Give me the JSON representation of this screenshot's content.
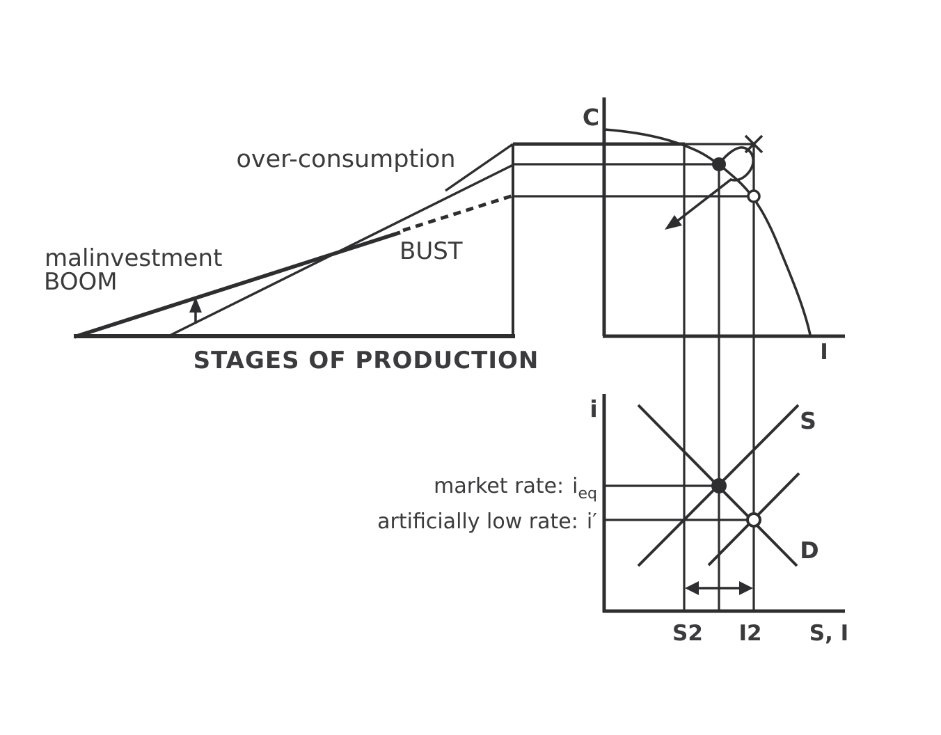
{
  "triangle": {
    "overconsumption": "over-consumption",
    "malinvestment": "malinvestment",
    "boom": "BOOM",
    "bust": "BUST",
    "axis_title": "STAGES OF PRODUCTION"
  },
  "ppf": {
    "c_axis_label": "C",
    "i_axis_label": "I"
  },
  "loanable_funds": {
    "i_axis_label": "i",
    "supply_label": "S",
    "demand_label": "D",
    "s2_label": "S2",
    "i2_label": "I2",
    "x_axis_label": "S, I",
    "market_rate_text": "market rate:",
    "market_rate_var": "i",
    "market_rate_sub": "eq",
    "low_rate_text": "artificially low rate:",
    "low_rate_var": "i′"
  },
  "colors": {
    "line": "#2e2e30",
    "text": "#3b3b3d",
    "background": "#ffffff"
  }
}
